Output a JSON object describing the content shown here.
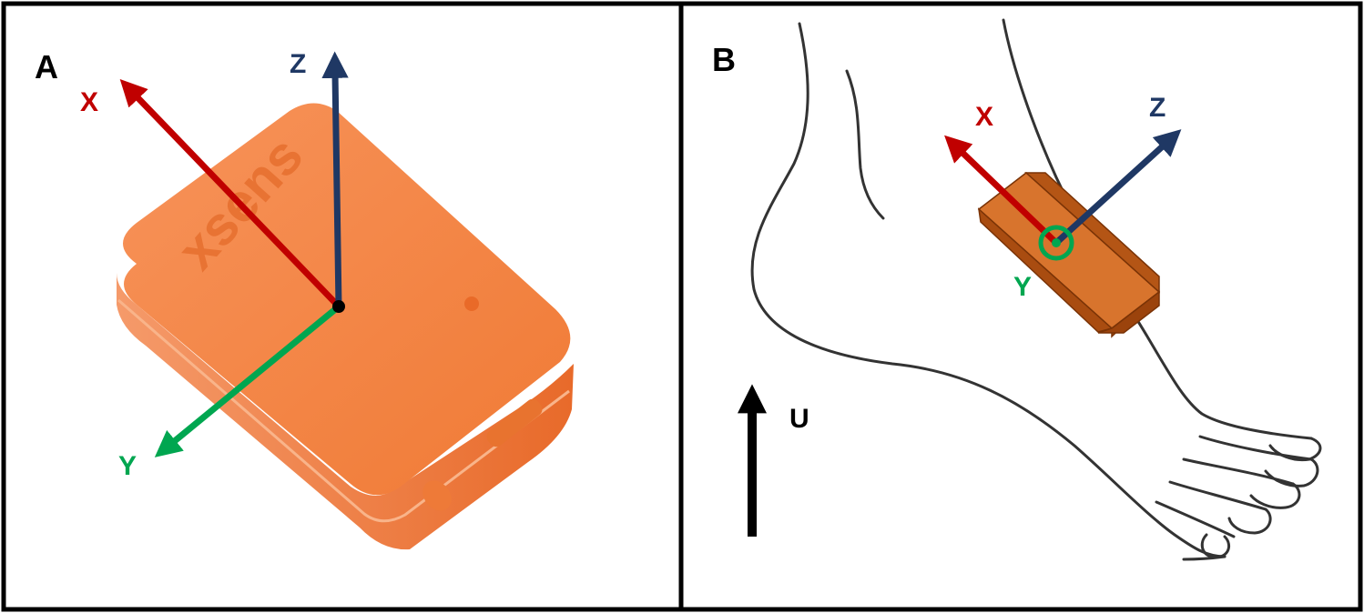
{
  "colors": {
    "x_axis": "#c00000",
    "y_axis": "#00a650",
    "z_axis": "#1f3864",
    "up_arrow": "#000000",
    "sensor_body": "#f2813e",
    "sensor_block": "#c55a11",
    "frame": "#000000",
    "foot_line": "#333333"
  },
  "panels": [
    {
      "letter": "A",
      "device_brand": "xsens",
      "axes": {
        "x": "X",
        "y": "Y",
        "z": "Z"
      }
    },
    {
      "letter": "B",
      "axes": {
        "x": "X",
        "y": "Y",
        "z": "Z"
      },
      "up_label": "U"
    }
  ],
  "icons": {
    "z_axis_panel_b": "circle-dot-icon"
  }
}
